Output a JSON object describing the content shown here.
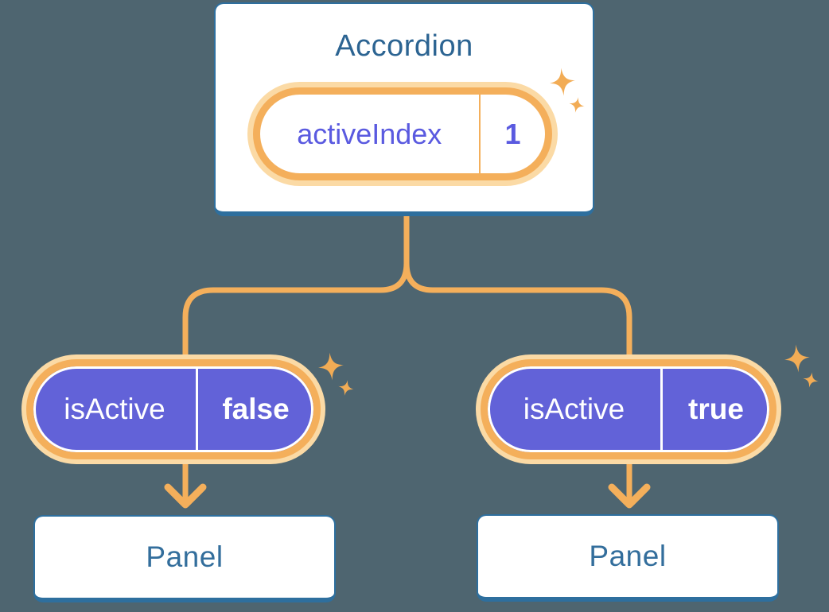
{
  "colors": {
    "background": "#4E6570",
    "card-bg": "#FFFFFF",
    "card-border": "#2E6F9E",
    "heading-text": "#2C6492",
    "panel-text": "#336E9C",
    "accent-orange": "#F4AF5B",
    "accent-orange-glow": "#FBDAA5",
    "state-purple": "#6262D8",
    "state-purple-text": "#5A5AE0",
    "sparkle-orange": "#F2AC55",
    "pill-inner-stroke": "#FFFFFF"
  },
  "icons": {
    "sparkle": "four-point-star",
    "arrow": "arrow-down",
    "connector": "tree-branch-lines"
  },
  "accordion": {
    "title": "Accordion",
    "state_pill": {
      "name": "activeIndex",
      "value": "1"
    }
  },
  "branches": {
    "left": {
      "prop_pill": {
        "name": "isActive",
        "value": "false"
      },
      "panel": {
        "title": "Panel"
      }
    },
    "right": {
      "prop_pill": {
        "name": "isActive",
        "value": "true"
      },
      "panel": {
        "title": "Panel"
      }
    }
  }
}
